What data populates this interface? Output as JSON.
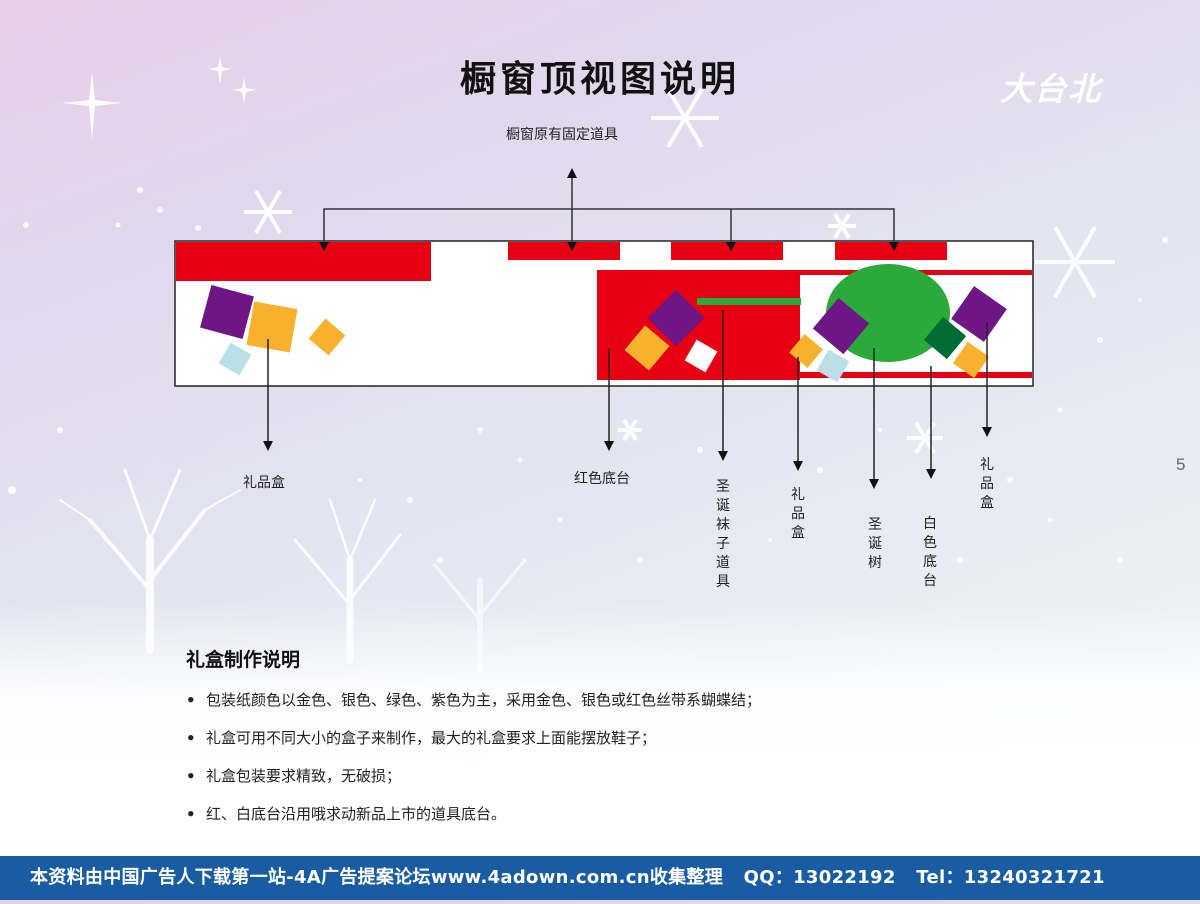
{
  "slide": {
    "title": "橱窗顶视图说明",
    "logo_text": "大台北",
    "page_number": "5"
  },
  "diagram": {
    "top_label": "橱窗原有固定道具",
    "colors": {
      "red": "#e60012",
      "purple": "#6e1685",
      "gold": "#f7b12d",
      "light_blue": "#b9e0e6",
      "green": "#2aaa3a",
      "dark_green": "#006b34",
      "white": "#ffffff",
      "outline": "#222222"
    },
    "callouts": [
      {
        "id": "gift-box-left",
        "text": "礼品盒",
        "orientation": "horizontal"
      },
      {
        "id": "red-base",
        "text": "红色底台",
        "orientation": "horizontal"
      },
      {
        "id": "christmas-sock-prop",
        "text": "圣诞袜子道具",
        "orientation": "vertical"
      },
      {
        "id": "gift-box-middle",
        "text": "礼品盒",
        "orientation": "vertical"
      },
      {
        "id": "christmas-tree",
        "text": "圣诞树",
        "orientation": "vertical"
      },
      {
        "id": "white-base",
        "text": "白色底台",
        "orientation": "vertical"
      },
      {
        "id": "gift-box-right",
        "text": "礼品盒",
        "orientation": "vertical"
      }
    ]
  },
  "notes": {
    "heading": "礼盒制作说明",
    "bullet_char": "•",
    "items": [
      "包装纸颜色以金色、银色、绿色、紫色为主，采用金色、银色或红色丝带系蝴蝶结；",
      "礼盒可用不同大小的盒子来制作，最大的礼盒要求上面能摆放鞋子；",
      "礼盒包装要求精致，无破损；",
      "红、白底台沿用哦求动新品上市的道具底台。"
    ]
  },
  "footer": {
    "text": "本资料由中国广告人下载第一站-4A广告提案论坛www.4adown.com.cn收集整理",
    "qq": "QQ：13022192",
    "tel": "Tel：13240321721"
  }
}
